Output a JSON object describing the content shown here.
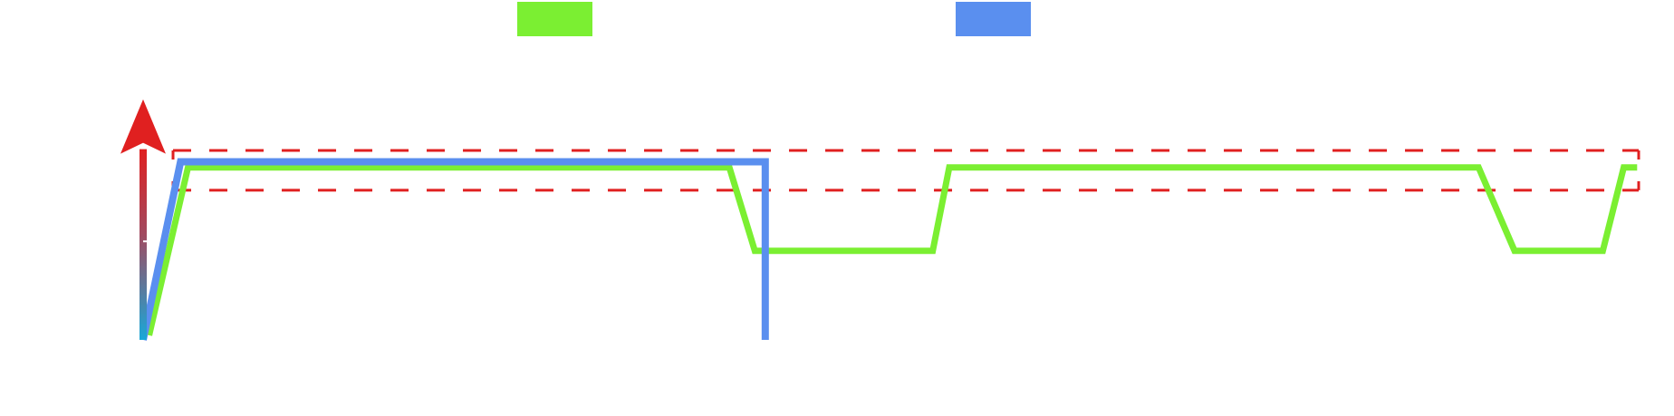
{
  "chart_data": {
    "type": "line",
    "title": "",
    "xlabel": "",
    "ylabel": "",
    "xlim": [
      0,
      100
    ],
    "ylim": [
      0,
      127
    ],
    "grid": false,
    "legend_position": "top-center",
    "series": [
      {
        "name": "",
        "color": "#7bef32",
        "points": [
          [
            0.4,
            2.4
          ],
          [
            3.0,
            91
          ],
          [
            39.2,
            91
          ],
          [
            40.9,
            47
          ],
          [
            52.8,
            47
          ],
          [
            53.9,
            91
          ],
          [
            89.3,
            91
          ],
          [
            91.7,
            47
          ],
          [
            97.6,
            47
          ],
          [
            99.0,
            91
          ],
          [
            99.9,
            91
          ]
        ]
      },
      {
        "name": "",
        "color": "#5a8fef",
        "points": [
          [
            0,
            0
          ],
          [
            2.5,
            94
          ],
          [
            41.6,
            94
          ],
          [
            41.6,
            0
          ]
        ]
      }
    ],
    "threshold_band": {
      "lower": 79,
      "upper": 100,
      "x_start": 2.0,
      "x_end": 100,
      "color": "#e02020",
      "style": "dashed"
    },
    "y_axis": {
      "arrow_color_top": "#e02020",
      "arrow_color_bottom": "#18a8d8"
    }
  }
}
